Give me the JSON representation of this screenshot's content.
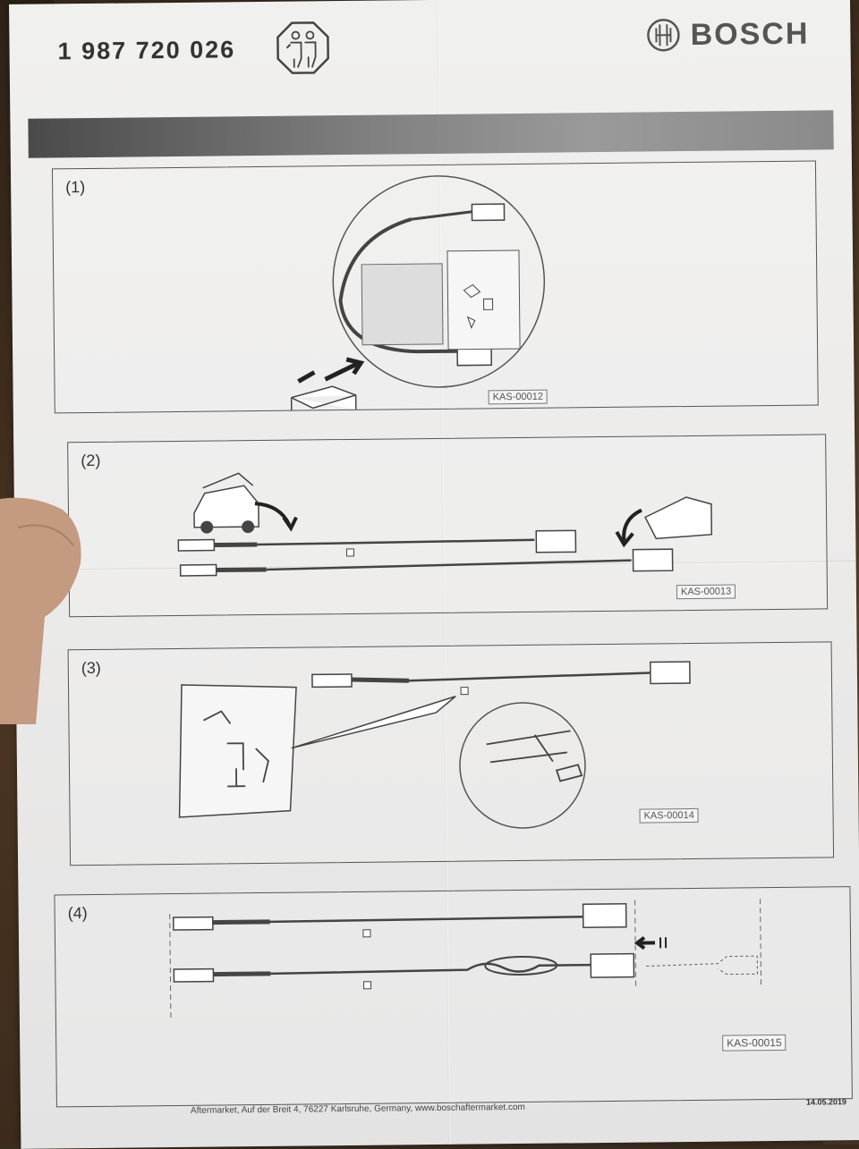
{
  "header": {
    "part_number": "1 987 720 026",
    "brand": "BOSCH",
    "pro_icon": "professional-installer-icon",
    "logo_icon": "bosch-armature-logo"
  },
  "panels": [
    {
      "number": "(1)",
      "code": "KAS-00012",
      "icons": [
        "box-icon",
        "arrow-icon",
        "sensor-icon",
        "bag-icon"
      ]
    },
    {
      "number": "(2)",
      "code": "KAS-00013",
      "icons": [
        "car-icon",
        "sensor-icon",
        "box-icon"
      ]
    },
    {
      "number": "(3)",
      "code": "KAS-00014",
      "icons": [
        "bag-icon",
        "sensor-icon",
        "clip-detail-icon"
      ]
    },
    {
      "number": "(4)",
      "code": "KAS-00015",
      "icons": [
        "sensor-icon",
        "arrow-icon"
      ]
    }
  ],
  "footer": {
    "text": "Aftermarket, Auf der Breit 4, 76227 Karlsruhe, Germany, www.boschaftermarket.com",
    "date": "14.05.2019"
  }
}
